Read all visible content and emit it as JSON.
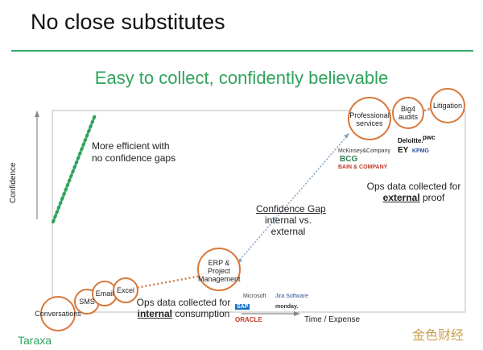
{
  "slide": {
    "title": "No close substitutes",
    "subtitle": "Easy to collect, confidently believable",
    "brand": "Taraxa",
    "watermark": "金色财经"
  },
  "axes": {
    "y_label": "Confidence",
    "x_label": "Time / Expense"
  },
  "annotations": {
    "efficient_line1": "More efficient with",
    "efficient_line2": "no confidence gaps",
    "gap_title": "Confidence Gap",
    "gap_line1": "internal vs.",
    "gap_line2": "external",
    "internal_pre": "Ops data collected for",
    "internal_em": "internal",
    "internal_post": " consumption",
    "external_pre": "Ops data collected for",
    "external_em": "external",
    "external_post": " proof"
  },
  "stages": {
    "conversations": "Conversations",
    "sms": "SMS",
    "email": "Email",
    "excel": "Excel",
    "erp1": "ERP &",
    "erp2": "Project",
    "erp3": "Management",
    "prof1": "Professional",
    "prof2": "services",
    "big1": "Big4",
    "big2": "audits",
    "litigation": "Litigation"
  },
  "logos": {
    "mckinsey": "McKinsey&Company",
    "bcg": "BCG",
    "bain": "BAIN & COMPANY",
    "deloitte": "Deloitte.",
    "pwc": "pwc",
    "ey": "EY",
    "kpmg": "KPMG",
    "microsoft": "Microsoft",
    "jira": "Jira Software",
    "sap": "SAP",
    "monday": "monday.",
    "oracle": "ORACLE"
  },
  "colors": {
    "green": "#2fa35c",
    "orange": "#d8783c",
    "blue_dotted": "#8aa6c8"
  }
}
